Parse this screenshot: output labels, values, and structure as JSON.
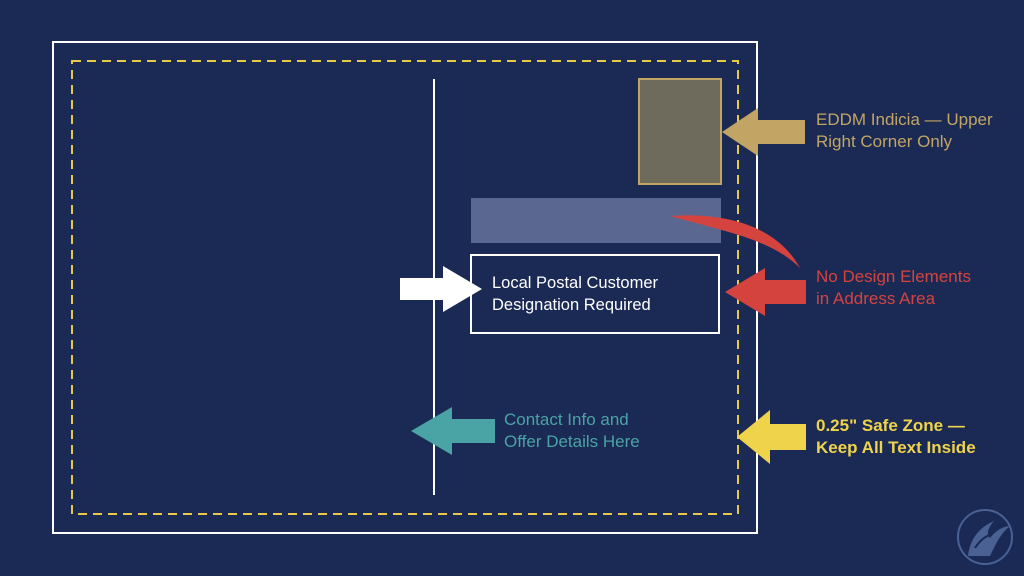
{
  "colors": {
    "background": "#1b2a55",
    "trim_line": "#ffffff",
    "safe_zone": "#e8c94a",
    "indicia": "#c2a564",
    "indicia_fill": "#6e6b5c",
    "address_bar": "#5a6891",
    "red": "#d5433f",
    "teal": "#4aa3a4",
    "yellow": "#efd34a",
    "white": "#ffffff"
  },
  "labels": {
    "address_box": [
      "Local Postal Customer",
      "Designation Required"
    ],
    "indicia": [
      "EDDM Indicia — Upper",
      "Right Corner Only"
    ],
    "no_design": [
      "No Design Elements",
      "in Address Area"
    ],
    "contact": [
      "Contact Info and",
      "Offer Details Here"
    ],
    "safe_zone": [
      "0.25\" Safe Zone —",
      "Keep All Text Inside"
    ]
  },
  "icons": {
    "logo": "eagle-logo-icon"
  }
}
